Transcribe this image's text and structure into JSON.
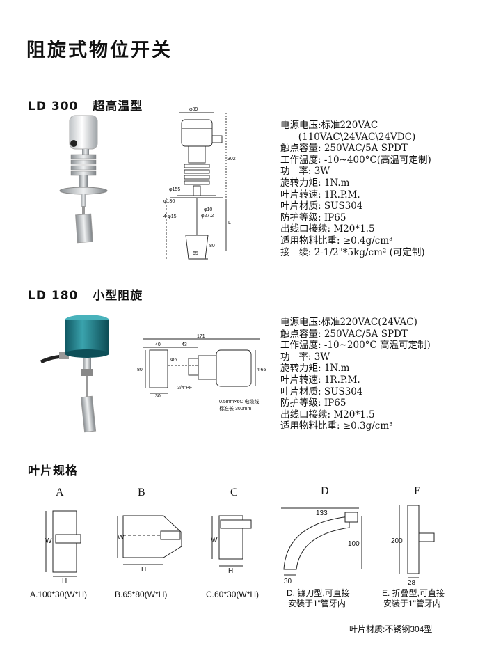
{
  "page_title": "阻旋式物位开关",
  "ld300": {
    "heading_model": "LD 300",
    "heading_desc": "超高温型",
    "specs": [
      "电源电压:标准220VAC",
      "      (110VAC\\24VAC\\24VDC)",
      "触点容量: 250VAC/5A SPDT",
      "工作温度: -10~400°C(高温可定制)",
      "功   率: 3W",
      "旋转力矩: 1N.m",
      "叶片转速: 1R.P.M.",
      "叶片材质: SUS304",
      "防护等级: IP65",
      "出线口接续: M20*1.5",
      "适用物料比重: ≥0.4g/cm³",
      "接   续: 2-1/2\"*5kg/cm² (可定制)"
    ],
    "dims": {
      "d89": "φ89",
      "h302": "302",
      "d155": "φ155",
      "d130": "φ130",
      "d10": "φ10",
      "hole": "4-φ15",
      "d27": "φ27.2",
      "L": "L",
      "h80": "80",
      "w65": "65"
    }
  },
  "ld180": {
    "heading_model": "LD 180",
    "heading_desc": "小型阻旋",
    "specs": [
      "电源电压:标准220VAC(24VAC)",
      "触点容量: 250VAC/5A SPDT",
      "工作温度: -10~200°C 高温可定制)",
      "功   率: 3W",
      "旋转力矩: 1N.m",
      "叶片转速: 1R.P.M.",
      "叶片材质: SUS304",
      "防护等级: IP65",
      "出线口接续: M20*1.5",
      "适用物料比重: ≥0.3g/cm³"
    ],
    "dims": {
      "w171": "171",
      "w40": "40",
      "w43": "43",
      "h80": "80",
      "d6": "Φ6",
      "d65": "Φ65",
      "w30": "30",
      "thread": "3/4\"PF",
      "cable1": "0.5mm×6C 电缆线",
      "cable2": "标准长 300mm"
    }
  },
  "blades": {
    "heading": "叶片规格",
    "items": [
      {
        "letter": "A",
        "caption": "A.100*30(W*H)",
        "W": "W",
        "H": "H"
      },
      {
        "letter": "B",
        "caption": "B.65*80(W*H)",
        "W": "W",
        "H": "H"
      },
      {
        "letter": "C",
        "caption": "C.60*30(W*H)",
        "W": "W",
        "H": "H"
      },
      {
        "letter": "D",
        "caption1": "D. 镰刀型,可直接",
        "caption2": "安装于1\"管牙内",
        "d133": "133",
        "d100": "100",
        "d30": "30"
      },
      {
        "letter": "E",
        "caption1": "E. 折叠型,可直接",
        "caption2": "安装于1\"管牙内",
        "d200": "200",
        "d28": "28"
      }
    ],
    "material_note": "叶片材质:不锈钢304型"
  }
}
